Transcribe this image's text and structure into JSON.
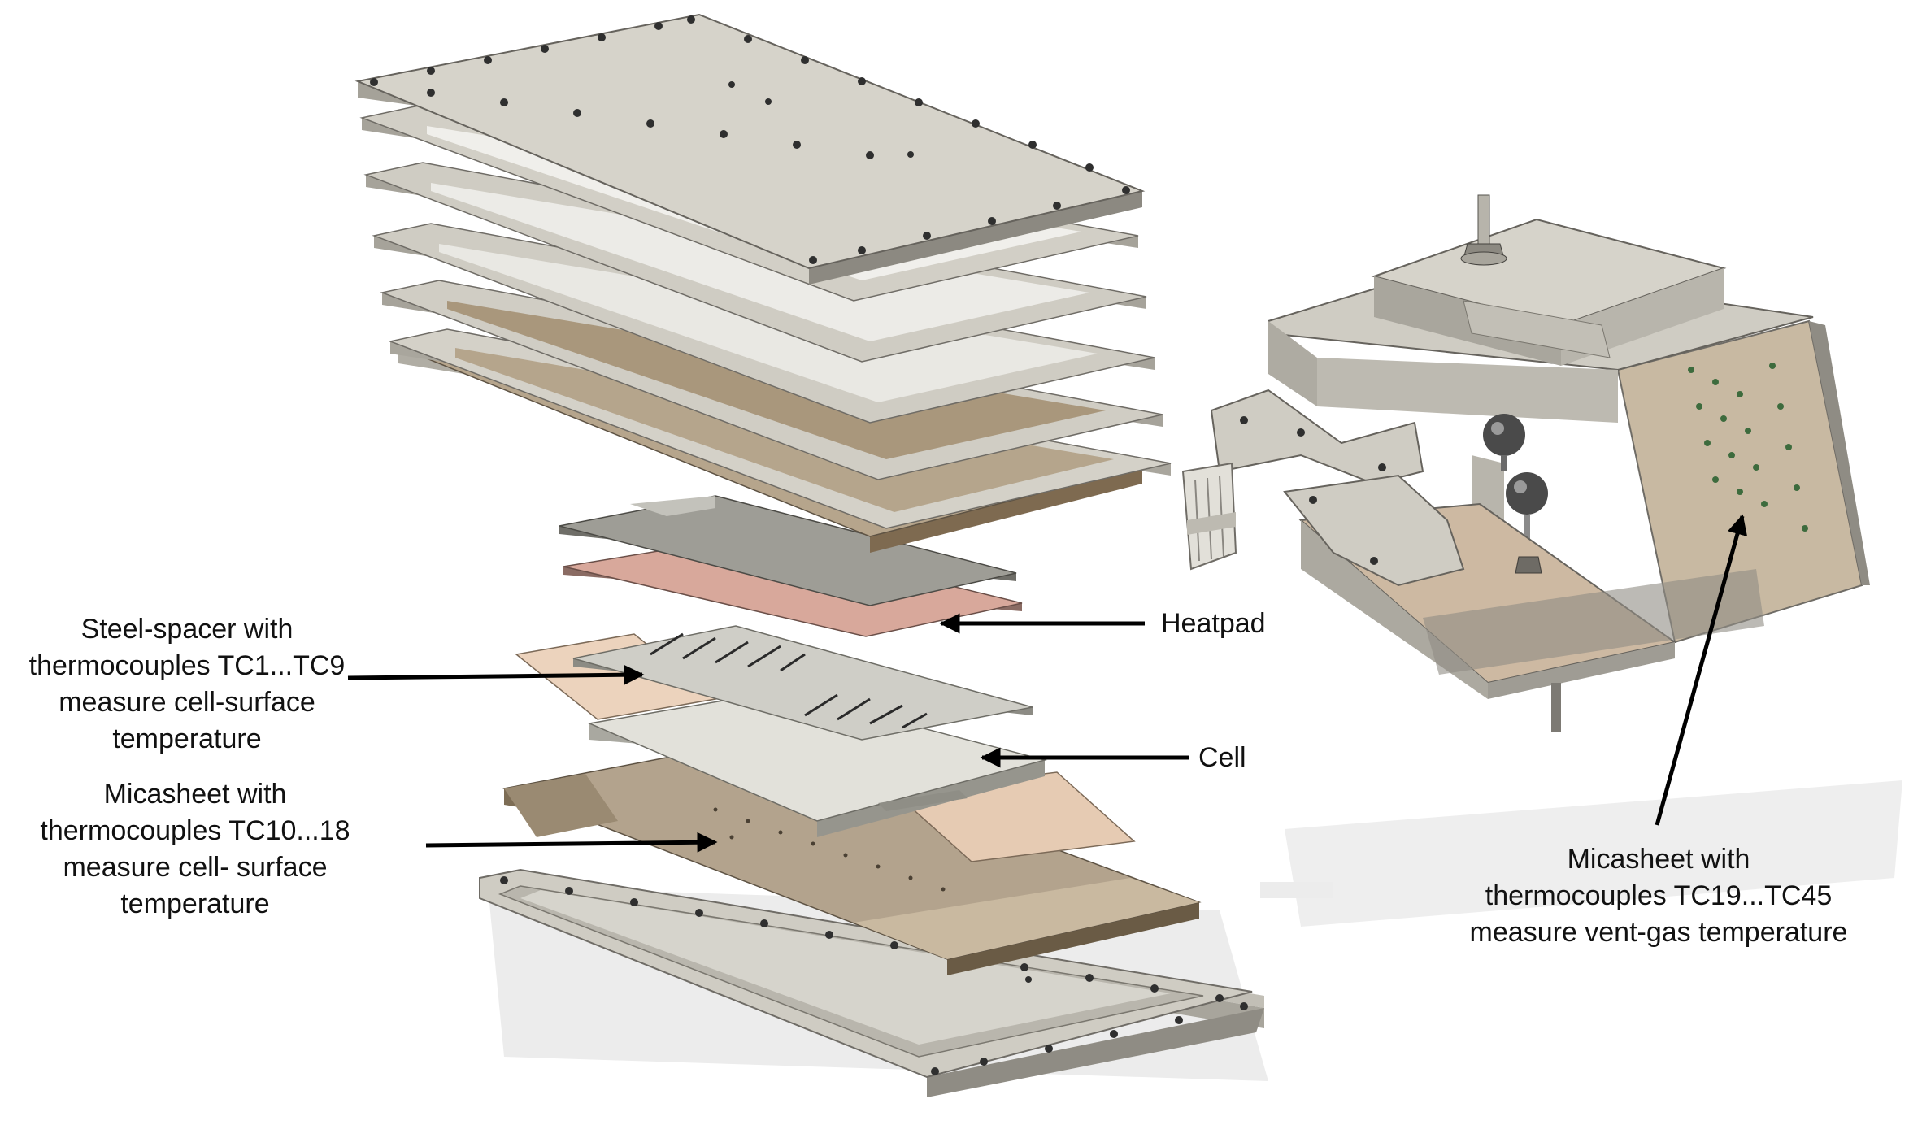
{
  "labels": {
    "heatpad": "Heatpad",
    "cell": "Cell",
    "steel_spacer": [
      "Steel-spacer with",
      "thermocouples TC1...TC9",
      "measure cell-surface",
      "temperature"
    ],
    "micasheet_cell": [
      "Micasheet with",
      "thermocouples TC10...18",
      "measure cell- surface",
      "temperature"
    ],
    "micasheet_vent": [
      "Micasheet with",
      "thermocouples TC19...TC45",
      "measure vent-gas temperature"
    ]
  },
  "colors": {
    "background": "#ffffff",
    "steel": "#c9c6bd",
    "steel_dark": "#9e9b92",
    "steel_light": "#dedbd2",
    "mica": "#b5a690",
    "mica_dark": "#8a7a62",
    "heatpad": "#d8a89b",
    "cell": "#deddd6",
    "foil": "#e9cdb6",
    "shadow": "#e9e9e9",
    "arrow": "#000000",
    "text": "#111111"
  }
}
